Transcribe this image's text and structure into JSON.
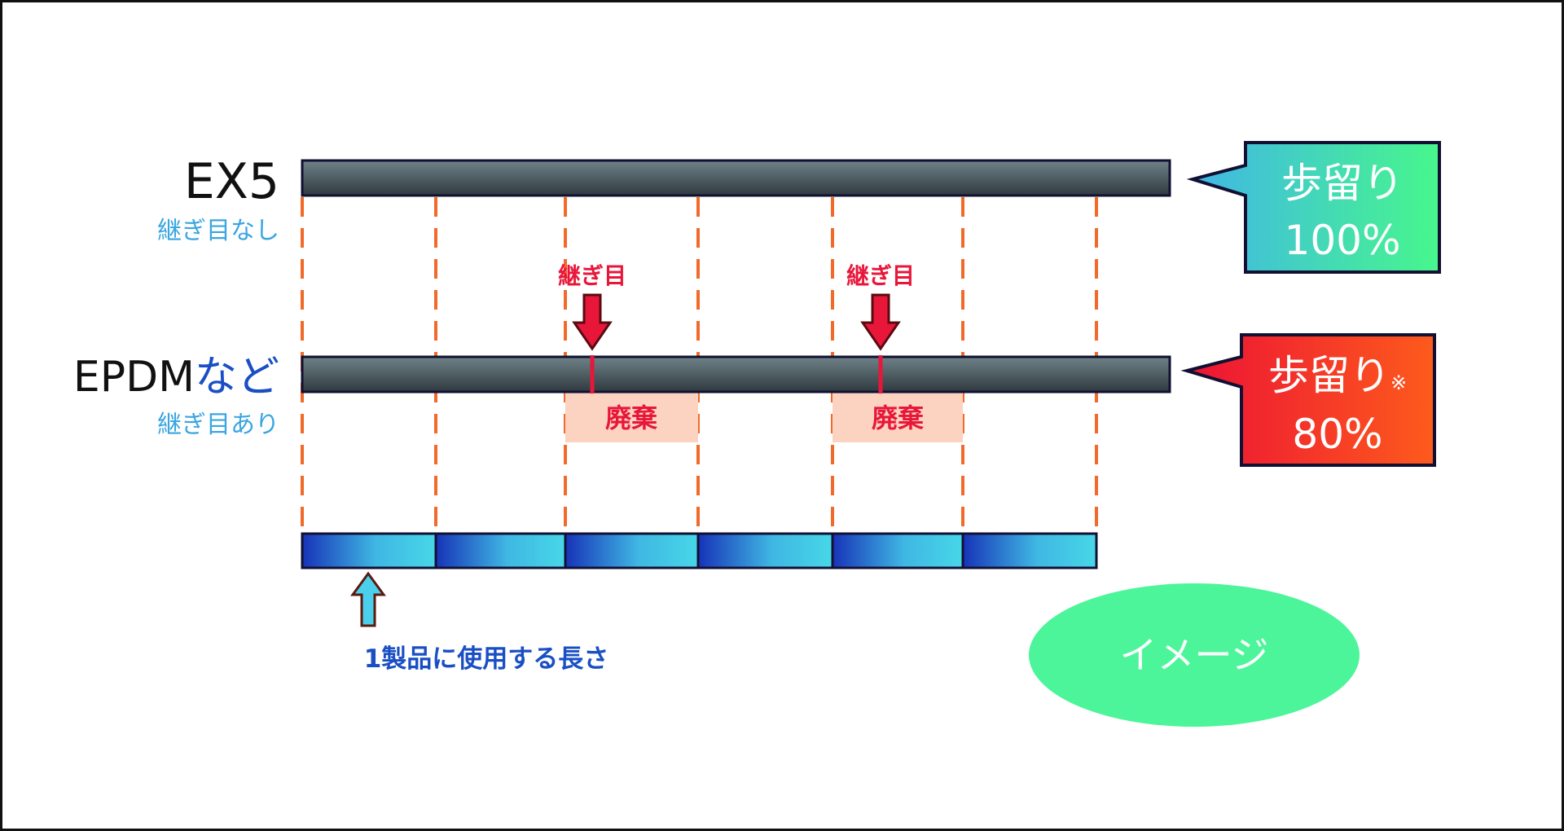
{
  "rows": [
    {
      "name": "EX5",
      "name_suffix": "",
      "sub": "継ぎ目なし",
      "callout_title": "歩留り",
      "callout_note": "",
      "callout_value": "100%"
    },
    {
      "name": "EPDM",
      "name_suffix": "など",
      "sub": "継ぎ目あり",
      "callout_title": "歩留り",
      "callout_note": "※",
      "callout_value": "80%"
    }
  ],
  "seam_label": "継ぎ目",
  "waste_label": "廃棄",
  "unit_length_label": "1製品に使用する長さ",
  "image_badge": "イメージ",
  "colors": {
    "dash": "#f26a2a",
    "seam": "#e8173a",
    "waste_bg": "#fbd3c0",
    "label_blue": "#3aa6e0",
    "dark_blue": "#1a4fc4",
    "badge": "#4cf59a"
  }
}
